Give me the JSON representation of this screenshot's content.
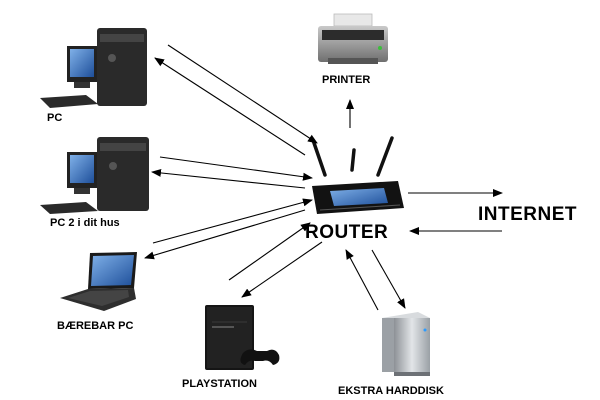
{
  "labels": {
    "pc": "PC",
    "pc2": "PC 2 i dit hus",
    "laptop": "BÆREBAR PC",
    "playstation": "PLAYSTATION",
    "hdd": "EKSTRA HARDDISK",
    "printer": "PRINTER",
    "router": "ROUTER",
    "internet": "INTERNET"
  },
  "colors": {
    "arrow": "#000000",
    "device_dark": "#1a1a1a",
    "screen_blue": "#3a78c8",
    "printer_grey": "#9a9a9a",
    "hdd_silver": "#b8bcc0"
  }
}
